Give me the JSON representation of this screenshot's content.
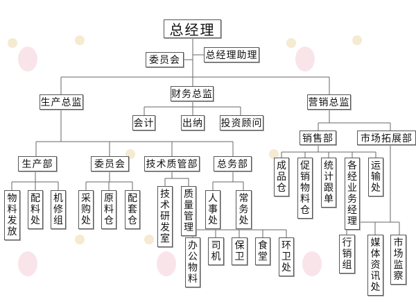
{
  "chart_data": {
    "type": "org-chart",
    "root": "总经理",
    "nodes": {
      "ceo": "总经理",
      "committee_top": "委员会",
      "ceo_assistant": "总经理助理",
      "prod_director": "生产总监",
      "finance_director": "财务总监",
      "sales_director": "营销总监",
      "accounting": "会计",
      "cashier": "出纳",
      "invest_advisor": "投资顾问",
      "prod_dept": "生产部",
      "committee_prod": "委员会",
      "tech_qc_dept": "技术质管部",
      "admin_dept": "总务部",
      "material_issue": "物料发放",
      "batching": "配料处",
      "repair": "机修组",
      "purchasing": "采购处",
      "raw_store": "原料仓",
      "parts_store": "配套仓",
      "rnd": "技术研发室",
      "quality": "质量管理",
      "hr": "人事处",
      "general_affairs": "常务处",
      "office_supplies": "办公物料",
      "driver": "司机",
      "security": "保卫",
      "canteen": "食堂",
      "sanitation": "环卫处",
      "sales_dept": "销售部",
      "market_dept": "市场拓展部",
      "finished_store": "成品仓",
      "promo_store": "促销物料仓",
      "stats": "统计跟单",
      "biz_managers": "各经业务经理",
      "transport": "运输处",
      "marketing_group": "行销组",
      "media": "媒体资讯处",
      "market_monitor": "市场监察"
    },
    "edges": [
      [
        "ceo",
        "committee_top"
      ],
      [
        "ceo",
        "ceo_assistant"
      ],
      [
        "ceo",
        "prod_director"
      ],
      [
        "ceo",
        "finance_director"
      ],
      [
        "ceo",
        "sales_director"
      ],
      [
        "finance_director",
        "accounting"
      ],
      [
        "finance_director",
        "cashier"
      ],
      [
        "finance_director",
        "invest_advisor"
      ],
      [
        "prod_director",
        "prod_dept"
      ],
      [
        "prod_director",
        "committee_prod"
      ],
      [
        "prod_director",
        "tech_qc_dept"
      ],
      [
        "prod_director",
        "admin_dept"
      ],
      [
        "prod_dept",
        "material_issue"
      ],
      [
        "prod_dept",
        "batching"
      ],
      [
        "prod_dept",
        "repair"
      ],
      [
        "committee_prod",
        "purchasing"
      ],
      [
        "committee_prod",
        "raw_store"
      ],
      [
        "committee_prod",
        "parts_store"
      ],
      [
        "tech_qc_dept",
        "rnd"
      ],
      [
        "tech_qc_dept",
        "quality"
      ],
      [
        "admin_dept",
        "hr"
      ],
      [
        "admin_dept",
        "general_affairs"
      ],
      [
        "general_affairs",
        "office_supplies"
      ],
      [
        "general_affairs",
        "driver"
      ],
      [
        "general_affairs",
        "security"
      ],
      [
        "general_affairs",
        "canteen"
      ],
      [
        "general_affairs",
        "sanitation"
      ],
      [
        "sales_director",
        "sales_dept"
      ],
      [
        "sales_director",
        "market_dept"
      ],
      [
        "sales_dept",
        "finished_store"
      ],
      [
        "sales_dept",
        "promo_store"
      ],
      [
        "sales_dept",
        "stats"
      ],
      [
        "sales_dept",
        "biz_managers"
      ],
      [
        "sales_dept",
        "transport"
      ],
      [
        "market_dept",
        "marketing_group"
      ],
      [
        "market_dept",
        "media"
      ],
      [
        "market_dept",
        "market_monitor"
      ]
    ]
  }
}
